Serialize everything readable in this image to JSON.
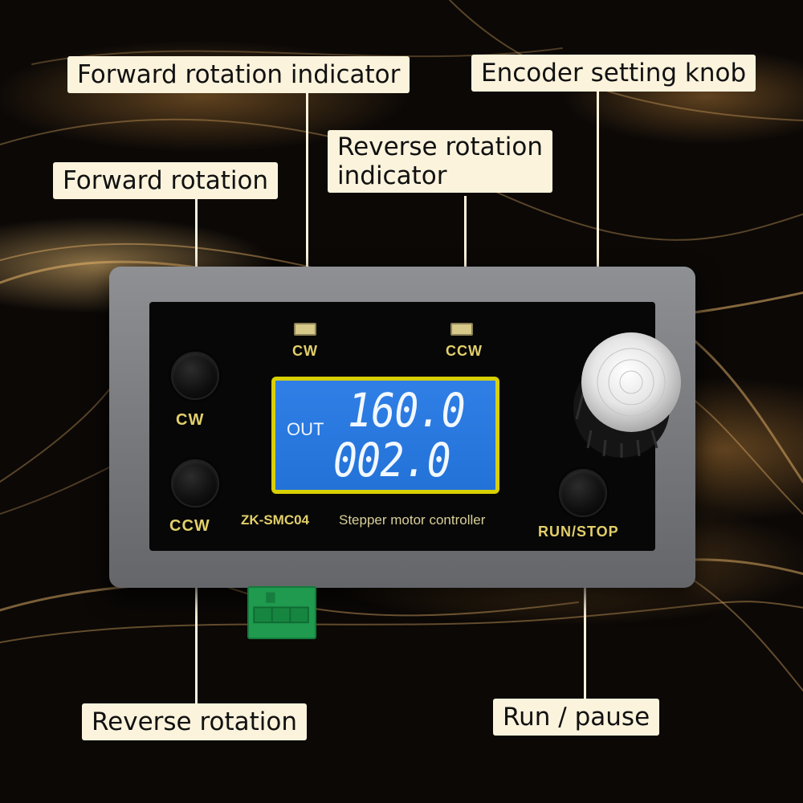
{
  "callouts": {
    "forward_indicator": "Forward rotation indicator",
    "encoder_knob": "Encoder setting knob",
    "reverse_indicator_line1": "Reverse rotation",
    "reverse_indicator_line2": "indicator",
    "forward_rotation": "Forward rotation",
    "reverse_rotation": "Reverse rotation",
    "run_pause": "Run / pause"
  },
  "panel": {
    "led_cw_label": "CW",
    "led_ccw_label": "CCW",
    "btn_cw_label": "CW",
    "btn_ccw_label": "CCW",
    "btn_run_label": "RUN/STOP",
    "model": "ZK-SMC04",
    "description": "Stepper motor controller"
  },
  "display": {
    "mode_label": "OUT",
    "line1": "160.0",
    "line2": "002.0"
  },
  "colors": {
    "callout_bg": "#fbf3dc",
    "panel_text": "#e2cf6a",
    "lcd_bg": "#2272d8",
    "led": "#d6c989",
    "terminal": "#1f9a4e"
  },
  "icons": {
    "knob": "rotary-encoder-knob",
    "buttons": "round-push-button",
    "leds": "rectangular-led"
  }
}
